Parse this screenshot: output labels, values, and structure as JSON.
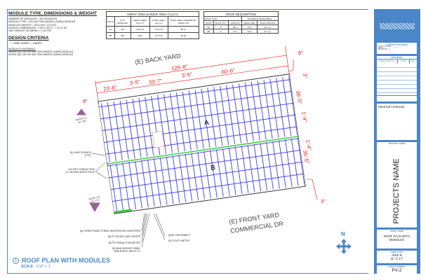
{
  "module_info": {
    "title": "MODULE TYPE, DIMENSIONS & WEIGHT",
    "lines": [
      "NUMBER OF MODULES = 392 MODULES",
      "MODULE TYPE = HS-340-72M-HANSOL (340W) MODULE",
      "MODULES WEIGHT = 49.6 LBS / 22.5 KG.",
      "MODULE DIMENSIONS = 78.5\"x 39.37\" = 21.47 SF",
      "UNIT WEIGHT OF ARRAY = 2.39 PSF"
    ]
  },
  "design": {
    "title": "DESIGN CRITERIA",
    "wind": "WIND SPEED = 115MPH",
    "placement_title": "MODULE PLACEMENT:",
    "placement": [
      "ARRAY (A): 192 HS-340-72M-HANSOL (340W) MODULE,",
      "ARRAY (B): 200 HS-340-72M-HANSOL (340W) MODULE"
    ]
  },
  "array_table": {
    "title": "ARRAY AREA & ROOF AREA CALC'S",
    "headers": [
      "ROOF",
      "# OF MODULES",
      "ARRAY AREA (Sq. Ft.)",
      "ROOF AREA (Sq. Ft.)",
      "ROOF AREA COVERED BY ARRAY (%)"
    ],
    "rows": [
      [
        "#A",
        "192",
        "4122.24",
        "4770.45",
        "86.41"
      ],
      [
        "#B",
        "200",
        "4294",
        "4770.45",
        "90.01"
      ]
    ]
  },
  "roof_table": {
    "title": "ROOF DESCRIPTION",
    "type_label": "ROOF TYPE",
    "type_value": "STANDING SEAM METAL",
    "headers": [
      "ROOF",
      "ROOF TILT",
      "AZIMUTH",
      "SEAM SIZE",
      "SEAM SPACING"
    ],
    "rows": [
      [
        "#A",
        "4°",
        "351°",
        "XXX",
        "24\" o.c."
      ],
      [
        "#B",
        "4°",
        "171°",
        "XXX",
        "24\" o.c."
      ]
    ]
  },
  "plan": {
    "back_yard": "(E) BACK YARD",
    "front_yard": "(E) FRONT YARD",
    "street": "COMMERCIAL DR",
    "array_a": "A",
    "array_b": "B",
    "dims": {
      "total": "125'-8\"",
      "d1": "23'-6\"",
      "d2": "3'-5\"",
      "d3": "33'-7\"",
      "d4": "3'-5\"",
      "d5": "60'-6\"",
      "left": "8\"",
      "top_right": "6\"",
      "r1": "3\"",
      "r2": "36'-5\"",
      "r3": "1'-4\"",
      "r4": "1'-4\"",
      "r5": "36'-5\"",
      "r6": "3\""
    },
    "roof_a_tag": [
      "ROOF # A",
      "AZ: 351°"
    ],
    "roof_b_tag": [
      "ROOF # B",
      "AZ: 171°"
    ],
    "notes": {
      "jbox": [
        "(N) JUNCTION BOX",
        "(TYP.)"
      ],
      "conduit": [
        "3/4\" EMT CONDUIT RUN",
        "(1-3 INCHES ABOVE ROOF"
      ],
      "inverter": "(N) THREE-PHASE STRING INVERTER 50K INVERTERS",
      "load_center": "(N) PV SOLAR LOAD CENTER",
      "prod_meter": "(N) PV PRODUCTION METER",
      "msp": [
        "(E) MAIN SERVICE PANEL",
        "400A RATED: 480Y/277V"
      ],
      "ac_disc": "(N)AC DISCONNECT",
      "util_meter": "(E) UTILITY METER"
    }
  },
  "footer": {
    "number": "1",
    "title": "ROOF PLAN WITH MODULES",
    "scale_label": "SCALE:",
    "scale": "1/16\" = 1'",
    "north": "N"
  },
  "title_block": {
    "contractor_name": "CONTRACTOR NAME",
    "contractor_lines": [
      "CONTACT NAME: ________",
      "EMAIL: ________",
      "PHONE NO: ________"
    ],
    "revisions": "REVISIONS",
    "rev_headers": [
      "DESCRIPTION",
      "DATE",
      "REV"
    ],
    "electrical": "Electrical Contractor",
    "project_name_label": "PROJECT NAME",
    "project_name": "PROJECTS NAME",
    "sheet_name_label": "SHEET NAME",
    "sheet_name": "ROOF PLAN WITH MODULES",
    "sheet_size_label": "SHEET SIZE",
    "sheet_size": [
      "ANSI B",
      "11\" X 17\""
    ],
    "sheet_number_label": "SHEET NUMBER",
    "sheet_number": "PV-2"
  },
  "colors": {
    "frame": "#4a86c8",
    "module": "#2222dd",
    "dim": "#e81010",
    "conduit": "#3ccf3c"
  }
}
